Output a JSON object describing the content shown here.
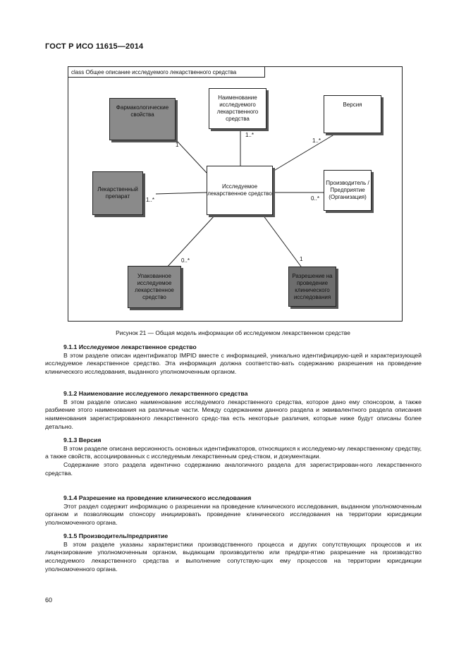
{
  "header": "ГОСТ Р ИСО 11615—2014",
  "diagram": {
    "frame_label": "class Общее описание исследуемого лекарственного средства",
    "center": "Исследуемое лекарственное средство",
    "name_box": "Наименование исследуемого лекарственного средства",
    "version_box": "Версия",
    "pharm_box": "Фармакологические свойства",
    "drug_box": "Лекарственный препарат",
    "manuf_box": "Производитель /Предприятие (Организация)",
    "package_box": "Упакованное исследуемое лекарственное средство",
    "auth_box": "Разрешение на проведение клинического исследования",
    "mult_name": "1..*",
    "mult_version": "1..*",
    "mult_pharm": "1",
    "mult_drug": "1..*",
    "mult_manuf": "0..*",
    "mult_package": "0..*",
    "mult_auth": "1"
  },
  "caption": "Рисунок 21 — Общая модель информации об исследуемом лекарственном средстве",
  "sections": [
    {
      "heading": "9.1.1 Исследуемое лекарственное средство",
      "paragraphs": [
        "В этом разделе описан идентификатор IMPID вместе с информацией, уникально идентифицирую-щей и характеризующей исследуемое лекарственное средство. Эта информация должна соответство-вать содержанию разрешения на проведение клинического исследования, выданного уполномоченным органом."
      ]
    },
    {
      "heading": "9.1.2 Наименование исследуемого лекарственного средства",
      "paragraphs": [
        "В этом разделе описано наименование исследуемого лекарственного средства, которое дано ему спонсором, а также разбиение этого наименования на различные части. Между содержанием данного раздела и эквивалентного раздела описания наименования зарегистрированного лекарственного средс-тва есть некоторые различия, которые ниже будут описаны более детально."
      ]
    },
    {
      "heading": "9.1.3 Версия",
      "paragraphs": [
        "В этом разделе описана версионность основных идентификаторов, относящихся к исследуемо-му лекарственному средству, а также свойств, ассоциированных с исследуемым лекарственным сред-ством, и документации.",
        "Содержание этого раздела идентично содержанию аналогичного раздела для зарегистрирован-ного лекарственного средства."
      ]
    },
    {
      "heading": "9.1.4 Разрешение на проведение клинического исследования",
      "paragraphs": [
        "Этот раздел содержит информацию о разрешении на проведение клинического исследования, выданном уполномоченным органом и позволяющим спонсору инициировать проведение клинического исследования на территории юрисдикции уполномоченного органа."
      ]
    },
    {
      "heading": "9.1.5 Производитель/предприятие",
      "paragraphs": [
        "В этом разделе указаны характеристики производственного процесса и других сопутствующих процессов и их лицензирование уполномоченным органом, выдающим производителю или предпри-ятию разрешение на производство исследуемого лекарственного средства и выполнение сопутствую-щих ему процессов на территории юрисдикции уполномоченного органа."
      ]
    }
  ],
  "page_number": "60"
}
